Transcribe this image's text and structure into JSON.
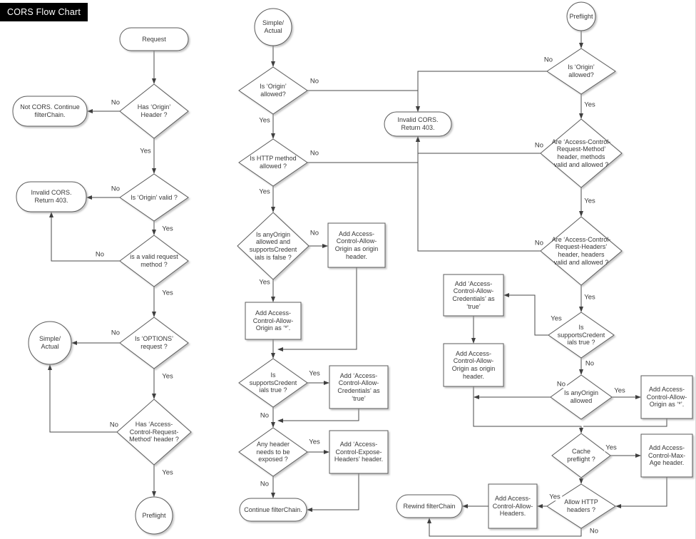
{
  "title": "CORS Flow Chart",
  "words": {
    "yes": "Yes",
    "no": "No"
  },
  "nodes": {
    "request": "Request",
    "not_cors": "Not CORS. Continue filterChain.",
    "has_origin_header": "Has ‘Origin’ Header ?",
    "invalid_cors_left": "Invalid CORS. Return 403.",
    "is_origin_valid": "Is ‘Origin’ valid ?",
    "is_valid_request_method": "is a valid request method ?",
    "simple_actual_left": "Simple/ Actual",
    "is_options_request": "Is ‘OPTIONS’ request ?",
    "has_acrm_header": "Has ‘Access-Control-Request-Method’ header ?",
    "preflight_left": "Preflight",
    "simple_actual_mid": "Simple/ Actual",
    "is_origin_allowed_mid": "Is ‘Origin’ allowed?",
    "invalid_cors_mid": "Invalid CORS. Return 403.",
    "is_http_method_allowed": "Is HTTP method allowed ?",
    "is_anyorigin_and_cred": "Is anyOrigin allowed and supportsCredent ials is false ?",
    "add_acao_origin_mid": "Add Access-Control-Allow-Origin as origin header.",
    "add_acao_star_mid": "Add Access-Control-Allow-Origin as ‘*’.",
    "is_supports_cred_mid": "Is supportsCredent ials true ?",
    "add_acac_mid": "Add ‘Access-Control-Allow-Credentials’ as ‘true’",
    "any_header_exposed": "Any header needs to be exposed ?",
    "add_expose_headers": "Add ‘Access-Control-Expose-Headers’ header.",
    "continue_filterchain": "Continue filterChain.",
    "preflight_right": "Preflight",
    "is_origin_allowed_right": "Is ‘Origin’ allowed?",
    "acrm_valid_allowed": "Are ‘Access-Control-Request-Method’ header, methods valid and allowed ?",
    "acrh_valid_allowed": "Are ‘Access-Control-Request-Headers’ header, headers valid and allowed ?",
    "is_supports_cred_right": "Is supportsCredent ials true ?",
    "add_acac_right": "Add ‘Access-Control-Allow-Credentials’ as ‘true’",
    "add_acao_origin_right": "Add Access-Control-Allow-Origin as origin header.",
    "is_anyorigin_allowed": "Is anyOrigin allowed",
    "add_acao_star_right": "Add Access-Control-Allow-Origin as ‘*’.",
    "cache_preflight": "Cache preflight ?",
    "add_max_age": "Add Access-Control-Max-Age header.",
    "allow_http_headers": "Allow HTTP headers ?",
    "add_allow_headers": "Add Access-Control-Allow-Headers.",
    "rewind_filterchain": "Rewind filterChain"
  }
}
